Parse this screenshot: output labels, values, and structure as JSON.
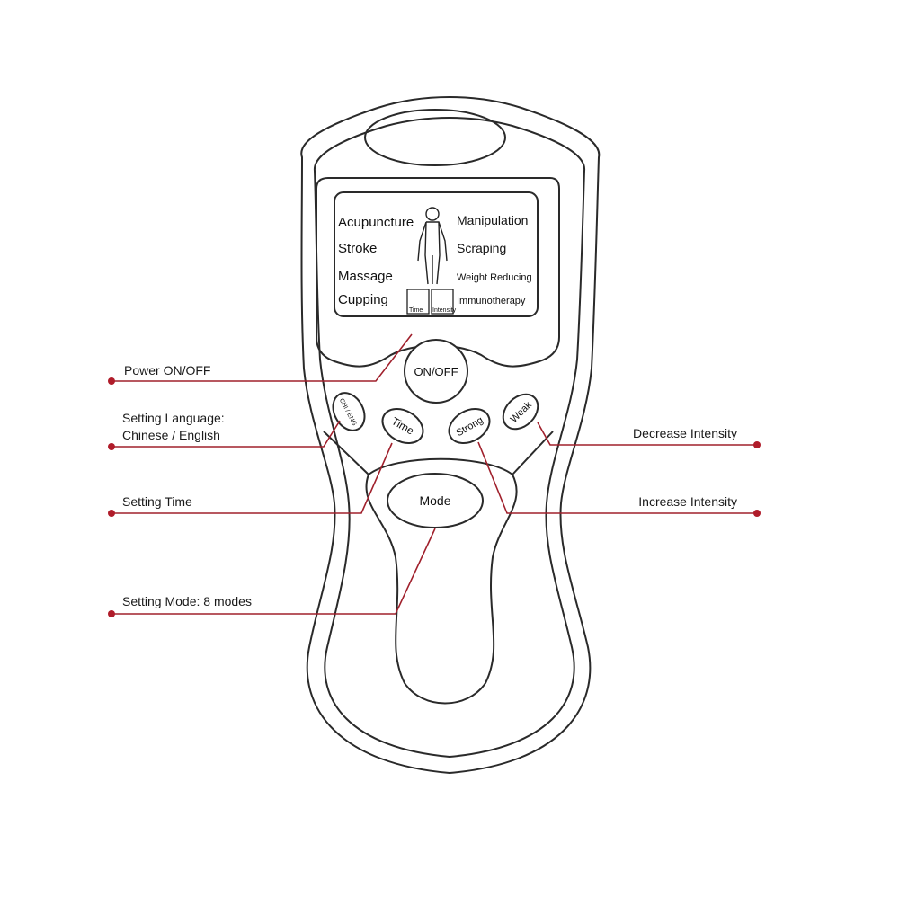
{
  "screen": {
    "modes_left": [
      "Acupuncture",
      "Stroke",
      "Massage",
      "Cupping"
    ],
    "modes_right": [
      "Manipulation",
      "Scraping",
      "Weight Reducing",
      "Immunotherapy"
    ],
    "box_time": "Time",
    "box_intensity": "Intensity"
  },
  "buttons": {
    "power": "ON/OFF",
    "language": "CHI / ENG",
    "time": "Time",
    "strong": "Strong",
    "weak": "Weak",
    "mode": "Mode"
  },
  "callouts": {
    "power": "Power ON/OFF",
    "language_line1": "Setting Language:",
    "language_line2": "Chinese / English",
    "time": "Setting Time",
    "mode": "Setting Mode: 8 modes",
    "decrease": "Decrease Intensity",
    "increase": "Increase Intensity"
  },
  "colors": {
    "leader": "#a0202c",
    "outline": "#2a2a2a"
  }
}
